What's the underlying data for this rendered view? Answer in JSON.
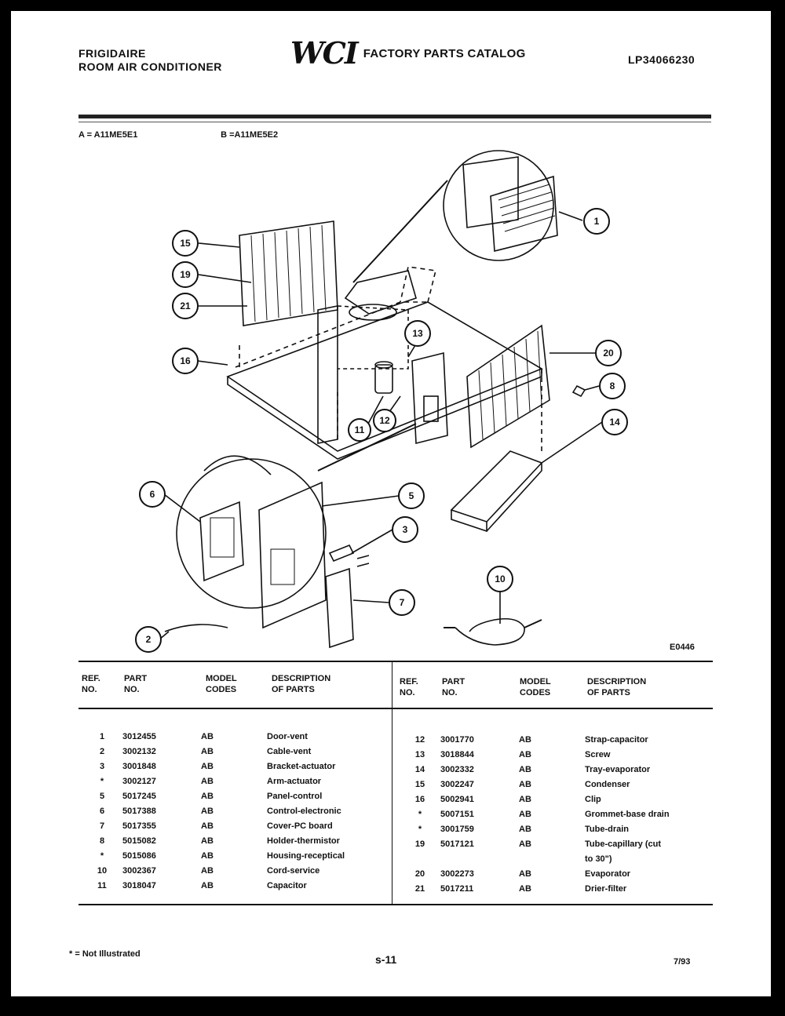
{
  "header": {
    "brand_line1": "FRIGIDAIRE",
    "brand_line2": "ROOM AIR CONDITIONER",
    "logo_text": "WCI",
    "catalog_title": "FACTORY PARTS CATALOG",
    "catalog_number": "LP34066230"
  },
  "models": {
    "a": "A = A11ME5E1",
    "b": "B =A11ME5E2"
  },
  "diagram": {
    "figure_code": "E0446",
    "callouts": [
      "1",
      "2",
      "3",
      "5",
      "6",
      "7",
      "8",
      "10",
      "11",
      "12",
      "13",
      "14",
      "15",
      "16",
      "19",
      "20",
      "21"
    ]
  },
  "table": {
    "headers": {
      "ref": [
        "REF.",
        "NO."
      ],
      "part": [
        "PART",
        "NO."
      ],
      "model": [
        "MODEL",
        "CODES"
      ],
      "desc": [
        "DESCRIPTION",
        "OF PARTS"
      ]
    },
    "left_rows": [
      {
        "ref": "1",
        "part": "3012455",
        "code": "AB",
        "desc": "Door-vent"
      },
      {
        "ref": "2",
        "part": "3002132",
        "code": "AB",
        "desc": "Cable-vent"
      },
      {
        "ref": "3",
        "part": "3001848",
        "code": "AB",
        "desc": "Bracket-actuator"
      },
      {
        "ref": "*",
        "part": "3002127",
        "code": "AB",
        "desc": "Arm-actuator"
      },
      {
        "ref": "5",
        "part": "5017245",
        "code": "AB",
        "desc": "Panel-control"
      },
      {
        "ref": "6",
        "part": "5017388",
        "code": "AB",
        "desc": "Control-electronic"
      },
      {
        "ref": "7",
        "part": "5017355",
        "code": "AB",
        "desc": "Cover-PC board"
      },
      {
        "ref": "8",
        "part": "5015082",
        "code": "AB",
        "desc": "Holder-thermistor"
      },
      {
        "ref": "*",
        "part": "5015086",
        "code": "AB",
        "desc": "Housing-receptical"
      },
      {
        "ref": "10",
        "part": "3002367",
        "code": "AB",
        "desc": "Cord-service"
      },
      {
        "ref": "11",
        "part": "3018047",
        "code": "AB",
        "desc": "Capacitor"
      }
    ],
    "right_rows": [
      {
        "ref": "12",
        "part": "3001770",
        "code": "AB",
        "desc": "Strap-capacitor"
      },
      {
        "ref": "13",
        "part": "3018844",
        "code": "AB",
        "desc": "Screw"
      },
      {
        "ref": "14",
        "part": "3002332",
        "code": "AB",
        "desc": "Tray-evaporator"
      },
      {
        "ref": "15",
        "part": "3002247",
        "code": "AB",
        "desc": "Condenser"
      },
      {
        "ref": "16",
        "part": "5002941",
        "code": "AB",
        "desc": "Clip"
      },
      {
        "ref": "*",
        "part": "5007151",
        "code": "AB",
        "desc": "Grommet-base drain"
      },
      {
        "ref": "*",
        "part": "3001759",
        "code": "AB",
        "desc": "Tube-drain"
      },
      {
        "ref": "19",
        "part": "5017121",
        "code": "AB",
        "desc": "Tube-capillary (cut"
      },
      {
        "ref": "",
        "part": "",
        "code": "",
        "desc": "to 30\")"
      },
      {
        "ref": "20",
        "part": "3002273",
        "code": "AB",
        "desc": "Evaporator"
      },
      {
        "ref": "21",
        "part": "5017211",
        "code": "AB",
        "desc": "Drier-filter"
      }
    ]
  },
  "footer": {
    "footnote": "* = Not Illustrated",
    "page": "s-11",
    "date": "7/93"
  }
}
